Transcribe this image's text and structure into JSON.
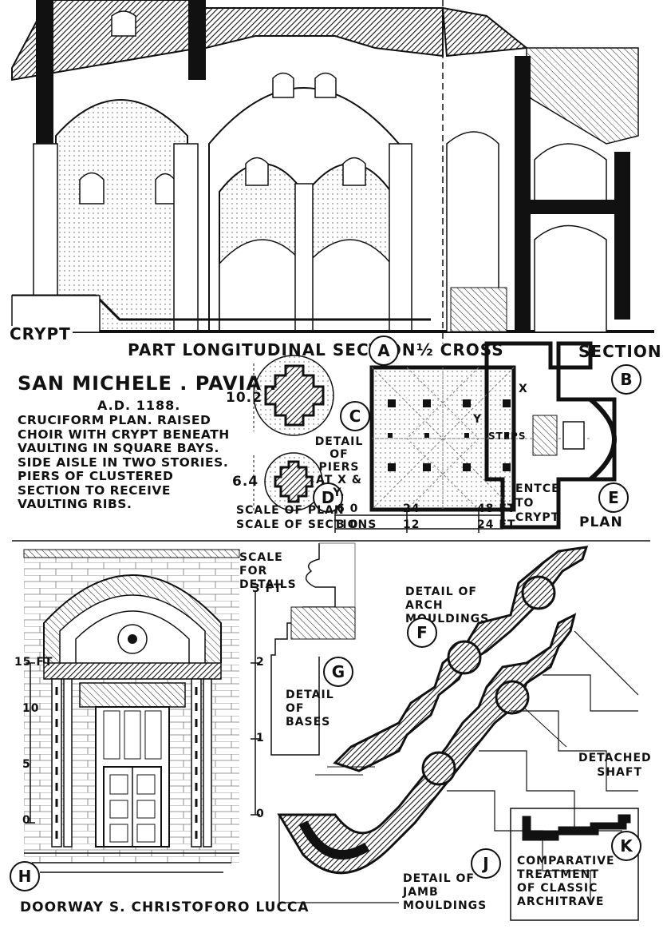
{
  "sheet": {
    "title": "SAN MICHELE . PAVIA .",
    "date": "A.D. 1188.",
    "description": "CRUCIFORM PLAN. RAISED CHOIR WITH CRYPT BENEATH VAULTING IN SQUARE BAYS. SIDE AISLE IN TWO STORIES. PIERS OF CLUSTERED SECTION TO RECEIVE VAULTING RIBS."
  },
  "section": {
    "crypt_label": "CRYPT",
    "longitudinal_label": "PART LONGITUDINAL SECTION",
    "marker_a": "A",
    "half_label": "½ CROSS",
    "cross_label": "SECTION",
    "marker_b": "B"
  },
  "piers": {
    "dim_c": "10.2",
    "dim_d": "6.4",
    "marker_c": "C",
    "marker_d": "D",
    "detail_label": "DETAIL OF PIERS AT X & Y."
  },
  "plan": {
    "x_label": "X",
    "y_label": "Y",
    "steps_label": "STEPS",
    "entrance_label": "ENTCE TO CRYPT",
    "marker_e": "E",
    "plan_label": "PLAN",
    "scale_plan_label": "SCALE OF PLAN",
    "scale_sections_label": "SCALE OF SECTIONS",
    "scale_plan_ticks": [
      "6 0",
      "24",
      "48 FT"
    ],
    "scale_sections_ticks": [
      "3 0",
      "12",
      "24 FT"
    ]
  },
  "details": {
    "scale_label": "SCALE FOR DETAILS",
    "scale_ticks": [
      "3 FT",
      "2",
      "1",
      "0"
    ],
    "door_ticks": [
      "15 FT",
      "10",
      "5",
      "0"
    ],
    "bases_label": "DETAIL OF BASES",
    "marker_g": "G",
    "arch_label": "DETAIL OF ARCH MOULDINGS",
    "marker_f": "F",
    "shaft_label": "DETACHED SHAFT",
    "jamb_label": "DETAIL OF JAMB MOULDINGS",
    "marker_j": "J",
    "marker_h": "H",
    "doorway_label": "DOORWAY S. CHRISTOFORO LUCCA",
    "marker_k": "K",
    "architrave_label": "COMPARATIVE TREATMENT OF CLASSIC ARCHITRAVE"
  }
}
